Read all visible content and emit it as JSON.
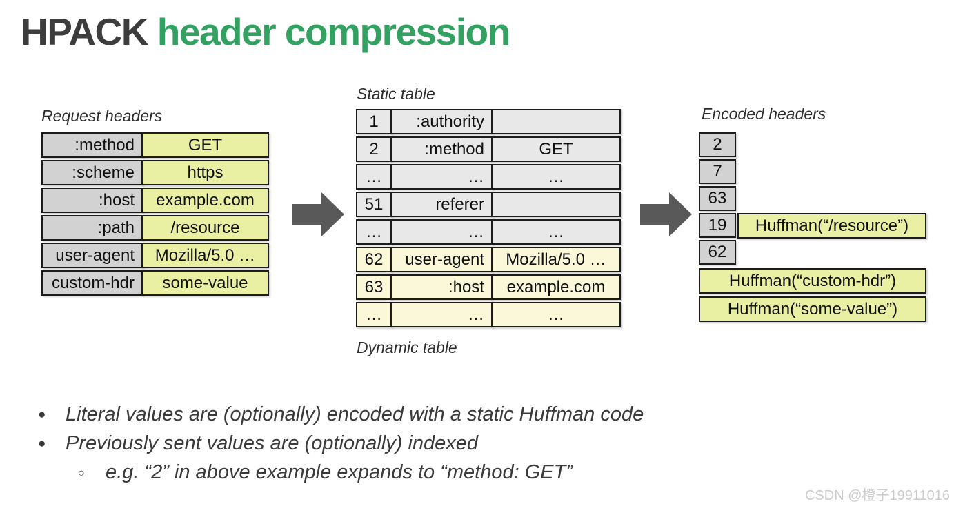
{
  "title": {
    "part1": "HPACK ",
    "part2": "header compression"
  },
  "colors": {
    "title_dark": "#3d3d3d",
    "title_green": "#33a161",
    "gray_cell": "#d2d2d2",
    "green_cell": "#e9f0a4",
    "static_gray": "#e8e8e8",
    "dynamic_yellow": "#fbf8da",
    "border": "#1c1c1c",
    "arrow": "#595959"
  },
  "request_table": {
    "label": "Request headers",
    "rows": [
      {
        "name": ":method",
        "value": "GET"
      },
      {
        "name": ":scheme",
        "value": "https"
      },
      {
        "name": ":host",
        "value": "example.com"
      },
      {
        "name": ":path",
        "value": "/resource"
      },
      {
        "name": "user-agent",
        "value": "Mozilla/5.0 …"
      },
      {
        "name": "custom-hdr",
        "value": "some-value"
      }
    ]
  },
  "lookup_table": {
    "label_top": "Static table",
    "label_bottom": "Dynamic table",
    "rows": [
      {
        "index": "1",
        "name": ":authority",
        "value": "",
        "section": "static"
      },
      {
        "index": "2",
        "name": ":method",
        "value": "GET",
        "section": "static"
      },
      {
        "index": "…",
        "name": "…",
        "value": "…",
        "section": "static"
      },
      {
        "index": "51",
        "name": "referer",
        "value": "",
        "section": "static"
      },
      {
        "index": "…",
        "name": "…",
        "value": "…",
        "section": "static"
      },
      {
        "index": "62",
        "name": "user-agent",
        "value": "Mozilla/5.0 …",
        "section": "dynamic"
      },
      {
        "index": "63",
        "name": ":host",
        "value": "example.com",
        "section": "dynamic"
      },
      {
        "index": "…",
        "name": "…",
        "value": "…",
        "section": "dynamic"
      }
    ]
  },
  "encoded": {
    "label": "Encoded headers",
    "index_cells": [
      "2",
      "7",
      "63",
      "19",
      "62"
    ],
    "resource_cell": "Huffman(“/resource”)",
    "wide_cells": [
      "Huffman(“custom-hdr”)",
      "Huffman(“some-value”)"
    ]
  },
  "bullets": {
    "items": [
      "Literal values are (optionally) encoded with a static Huffman code",
      "Previously sent values are (optionally) indexed"
    ],
    "sub_item": "e.g. “2” in above example expands to “method: GET”"
  },
  "watermark": "CSDN @橙子19911016"
}
